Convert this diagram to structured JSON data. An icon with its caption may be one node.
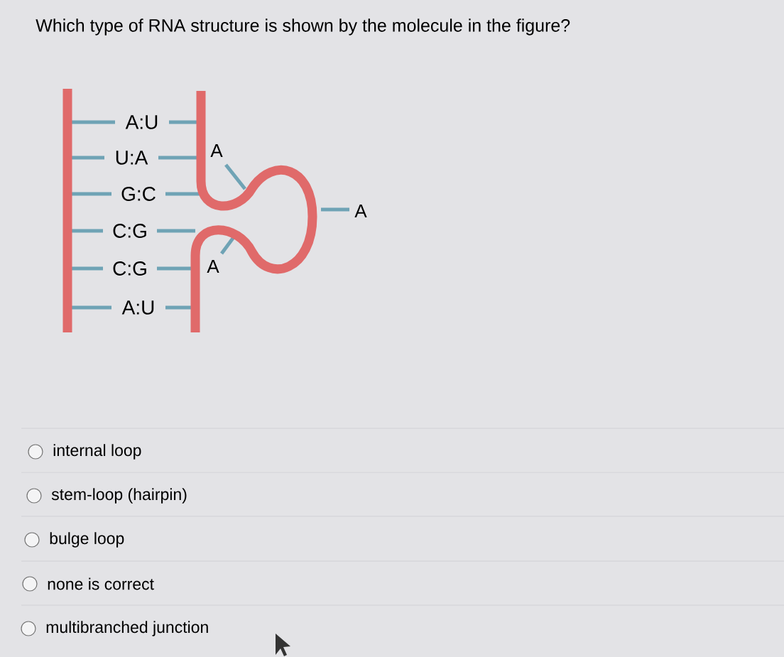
{
  "diagram": {
    "title": "Which type of RNA structure is shown by the molecule in the figure?",
    "labels": [
      "A:U",
      "U:A",
      "G:C",
      "C:G",
      "C:G",
      "A:U",
      "A",
      "A",
      "A",
      "internal loop",
      "stem-loop (hairpin)",
      "bulge loop",
      "none is correct",
      "multibranched junction"
    ]
  }
}
